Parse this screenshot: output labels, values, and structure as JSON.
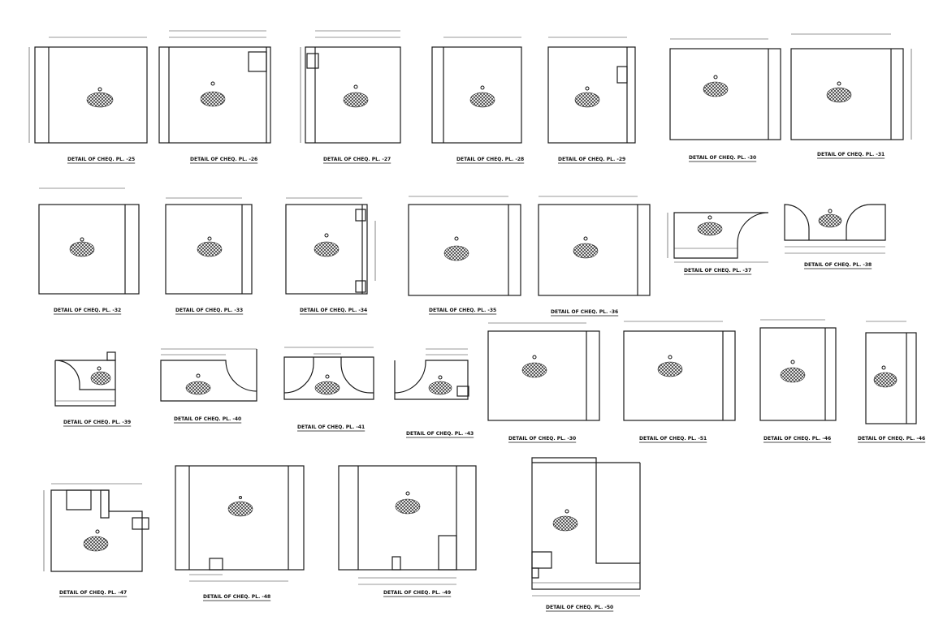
{
  "labels": {
    "p35": "DETAIL OF CHEQ. PL. -25",
    "p26": "DETAIL OF CHEQ. PL. -26",
    "p27": "DETAIL OF CHEQ. PL. -27",
    "p28": "DETAIL OF CHEQ. PL. -28",
    "p29": "DETAIL OF CHEQ. PL. -29",
    "p30": "DETAIL OF CHEQ. PL. -30",
    "p31": "DETAIL OF CHEQ. PL. -31",
    "p32": "DETAIL OF CHEQ. PL. -32",
    "p33": "DETAIL OF CHEQ. PL. -33",
    "p34": "DETAIL OF CHEQ. PL. -34",
    "p35b": "DETAIL OF CHEQ. PL. -35",
    "p36": "DETAIL OF CHEQ. PL. -36",
    "p37": "DETAIL OF CHEQ. PL. -37",
    "p38": "DETAIL OF CHEQ. PL. -38",
    "p39": "DETAIL OF CHEQ. PL. -39",
    "p40": "DETAIL OF CHEQ. PL. -40",
    "p41": "DETAIL OF CHEQ. PL. -41",
    "p43": "DETAIL OF CHEQ. PL. -43",
    "p30b": "DETAIL OF CHEQ. PL. -30",
    "p51": "DETAIL OF CHEQ. PL. -51",
    "p46": "DETAIL OF CHEQ. PL. -46",
    "p46b": "DETAIL OF CHEQ. PL. -46",
    "p47": "DETAIL OF CHEQ. PL. -47",
    "p48": "DETAIL OF CHEQ. PL. -48",
    "p49": "DETAIL OF CHEQ. PL. -49",
    "p50": "DETAIL OF CHEQ. PL. -50"
  }
}
